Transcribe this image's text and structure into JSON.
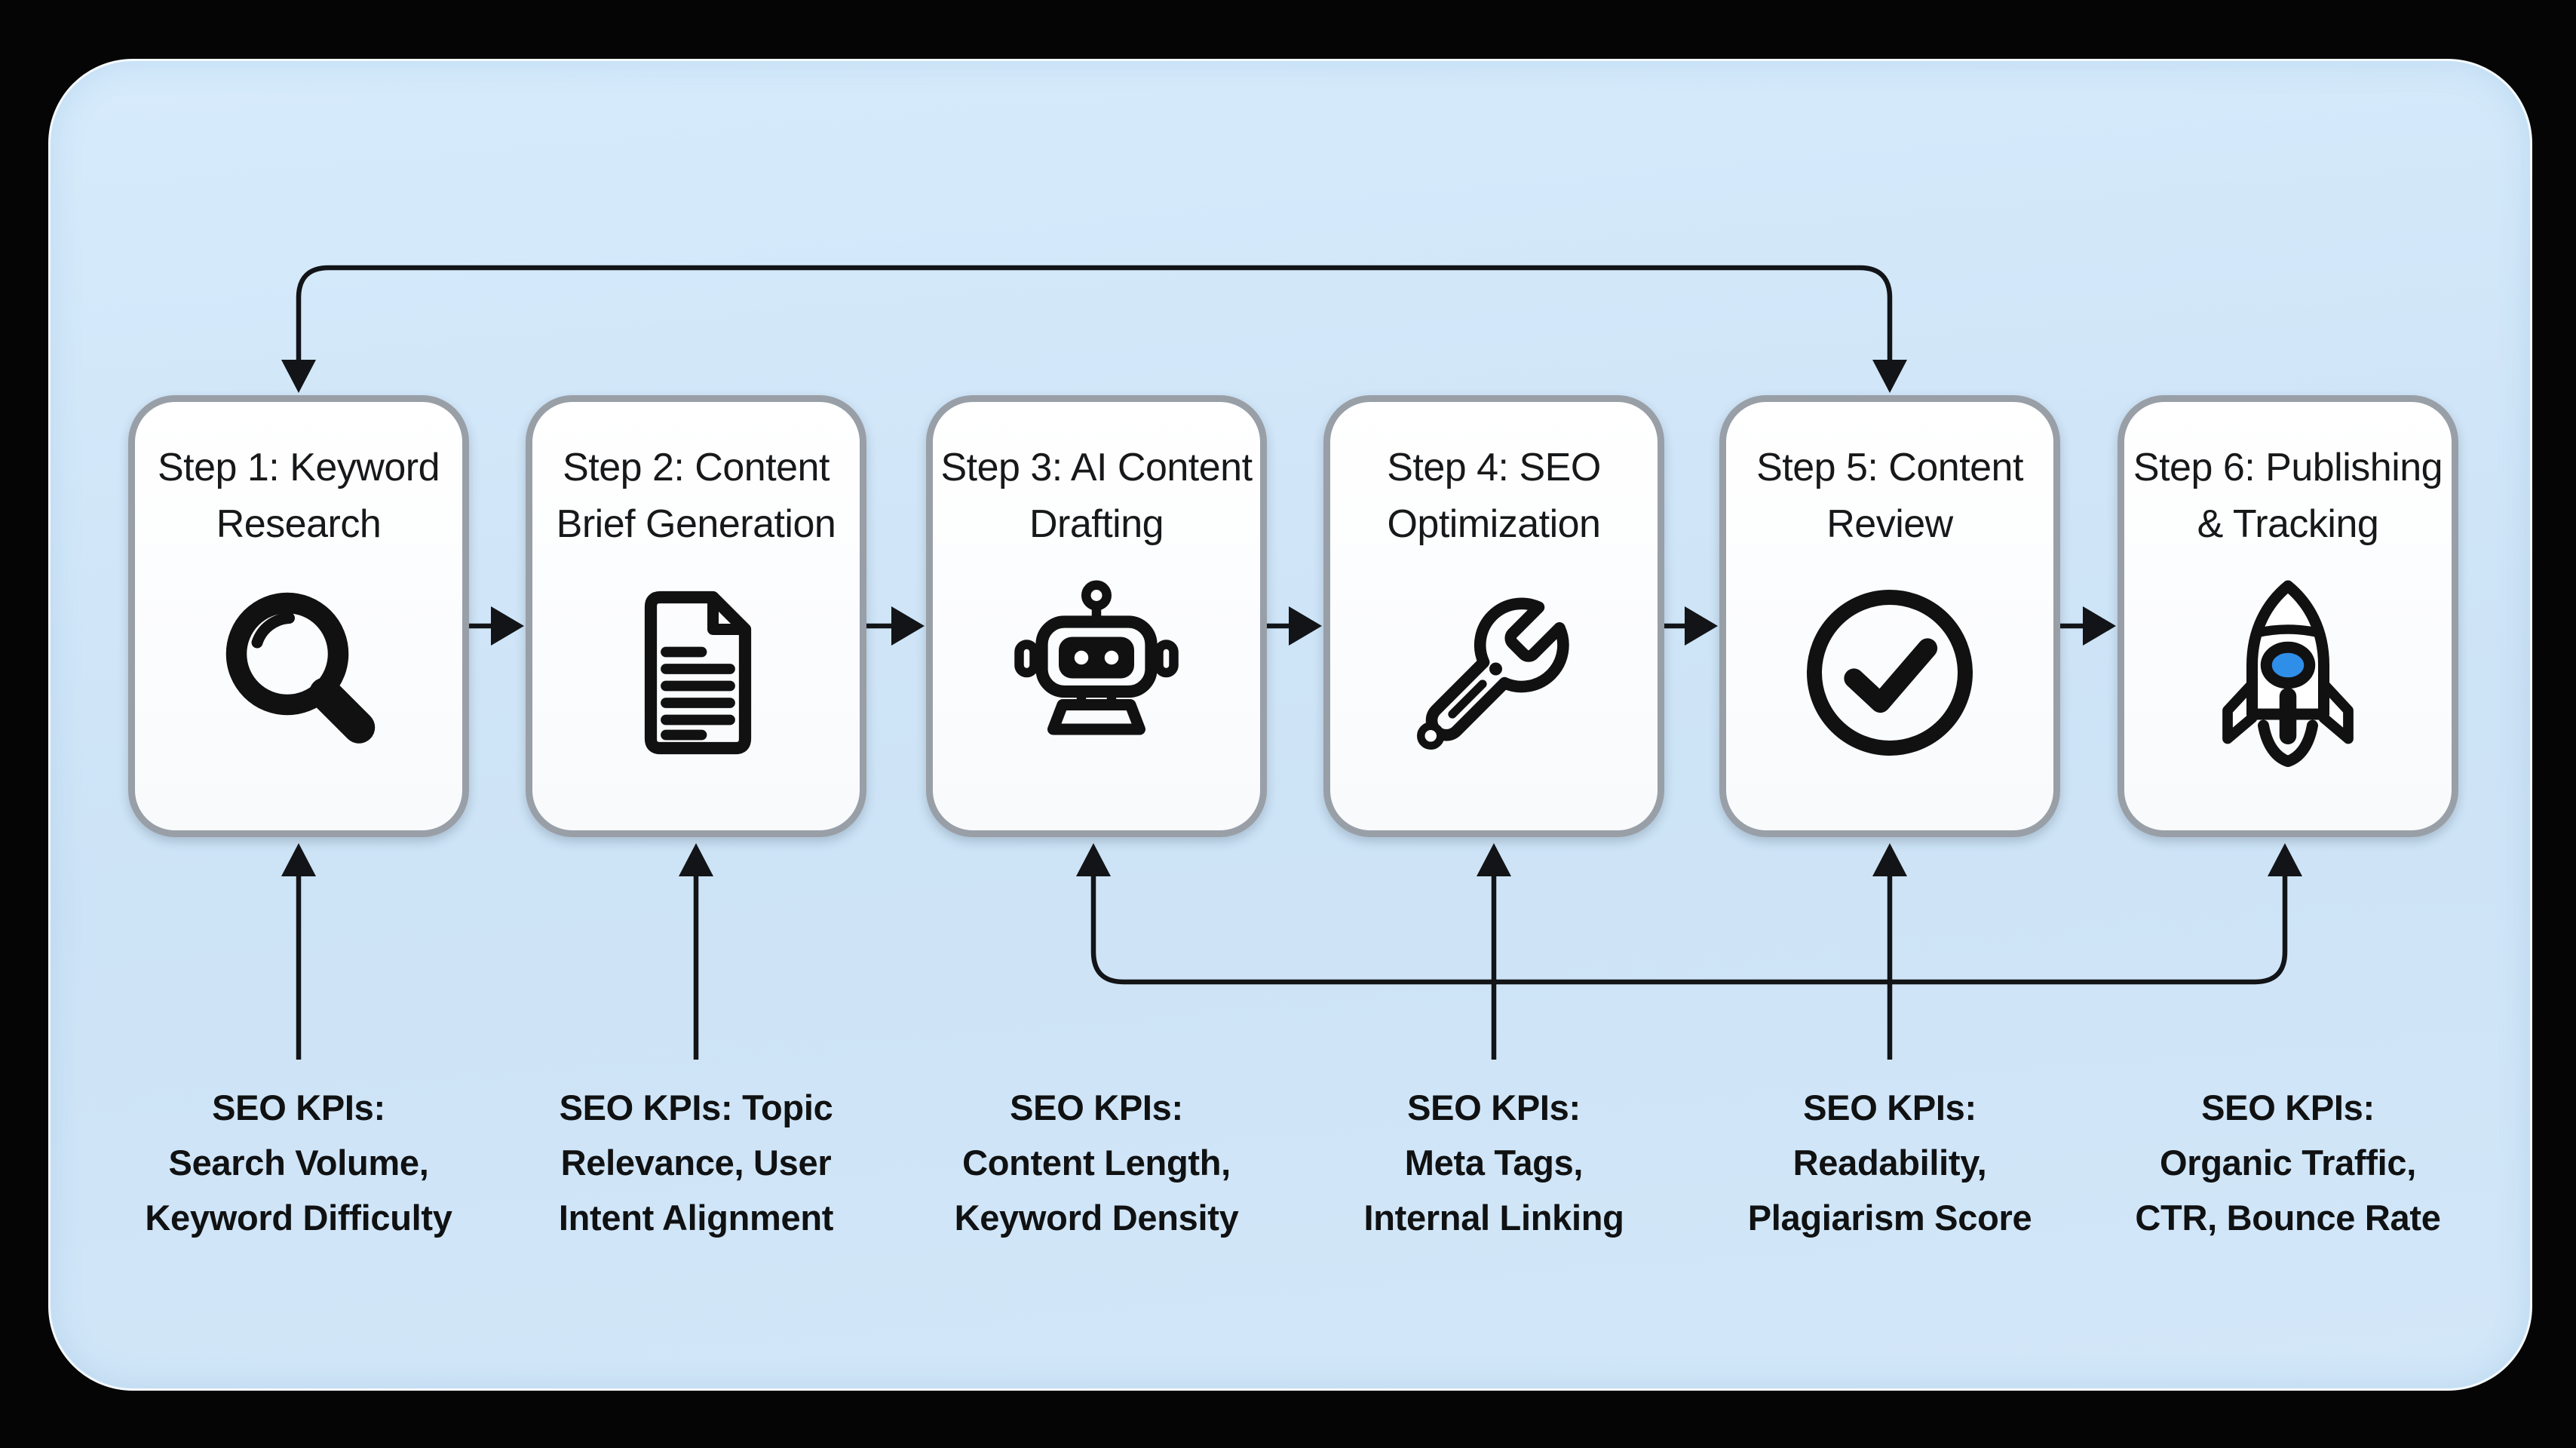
{
  "title": "SEO Content Workflow Diagram",
  "colors": {
    "outer_background": "#050505",
    "panel_background": "#cde3f6",
    "box_fill": "#ffffff",
    "box_border": "#999fa7",
    "connector_line": "#121417",
    "text": "#141517",
    "rocket_window_blue": "#2f8ee8"
  },
  "steps": [
    {
      "id": 1,
      "title": "Step 1: Keyword Research",
      "title_lines": [
        "Step 1: Keyword",
        "Research"
      ],
      "icon": "search-icon",
      "kpi": "SEO KPIs: Search Volume, Keyword Difficulty",
      "kpi_lines": [
        "SEO KPIs:",
        "Search Volume,",
        "Keyword Difficulty"
      ]
    },
    {
      "id": 2,
      "title": "Step 2: Content Brief Generation",
      "title_lines": [
        "Step 2: Content",
        "Brief Generation"
      ],
      "icon": "document-icon",
      "kpi": "SEO KPIs: Topic Relevance, User Intent Alignment",
      "kpi_lines": [
        "SEO KPIs: Topic",
        "Relevance, User",
        "Intent Alignment"
      ]
    },
    {
      "id": 3,
      "title": "Step 3: AI Content Drafting",
      "title_lines": [
        "Step 3: AI Content",
        "Drafting"
      ],
      "icon": "robot-icon",
      "kpi": "SEO KPIs: Content Length, Keyword Density",
      "kpi_lines": [
        "SEO KPIs:",
        "Content Length,",
        "Keyword Density"
      ]
    },
    {
      "id": 4,
      "title": "Step 4: SEO Optimization",
      "title_lines": [
        "Step 4: SEO",
        "Optimization"
      ],
      "icon": "wrench-icon",
      "kpi": "SEO KPIs: Meta Tags, Internal Linking",
      "kpi_lines": [
        "SEO KPIs:",
        "Meta Tags,",
        "Internal Linking"
      ]
    },
    {
      "id": 5,
      "title": "Step 5: Content Review",
      "title_lines": [
        "Step 5: Content",
        "Review"
      ],
      "icon": "check-circle-icon",
      "kpi": "SEO KPIs: Readability, Plagiarism Score",
      "kpi_lines": [
        "SEO KPIs:",
        "Readability,",
        "Plagiarism Score"
      ]
    },
    {
      "id": 6,
      "title": "Step 6: Publishing & Tracking",
      "title_lines": [
        "Step 6: Publishing",
        "& Tracking"
      ],
      "icon": "rocket-icon",
      "kpi": "SEO KPIs: Organic Traffic, CTR, Bounce Rate",
      "kpi_lines": [
        "SEO KPIs:",
        "Organic Traffic,",
        "CTR, Bounce Rate"
      ]
    }
  ],
  "connections": [
    {
      "type": "flow-arrow",
      "from": "step-1",
      "to": "step-2"
    },
    {
      "type": "flow-arrow",
      "from": "step-2",
      "to": "step-3"
    },
    {
      "type": "flow-arrow",
      "from": "step-3",
      "to": "step-4"
    },
    {
      "type": "flow-arrow",
      "from": "step-4",
      "to": "step-5"
    },
    {
      "type": "flow-arrow",
      "from": "step-5",
      "to": "step-6"
    },
    {
      "type": "top-loop",
      "endpoints": [
        "step-1",
        "step-5"
      ],
      "arrowheads": "down-into-both"
    },
    {
      "type": "bottom-loop",
      "endpoints": [
        "step-3",
        "step-6"
      ],
      "arrowheads": "up-into-both"
    },
    {
      "type": "kpi-arrow",
      "into": "step-1"
    },
    {
      "type": "kpi-arrow",
      "into": "step-2"
    },
    {
      "type": "kpi-arrow",
      "into": "step-4"
    },
    {
      "type": "kpi-arrow",
      "into": "step-5"
    }
  ]
}
